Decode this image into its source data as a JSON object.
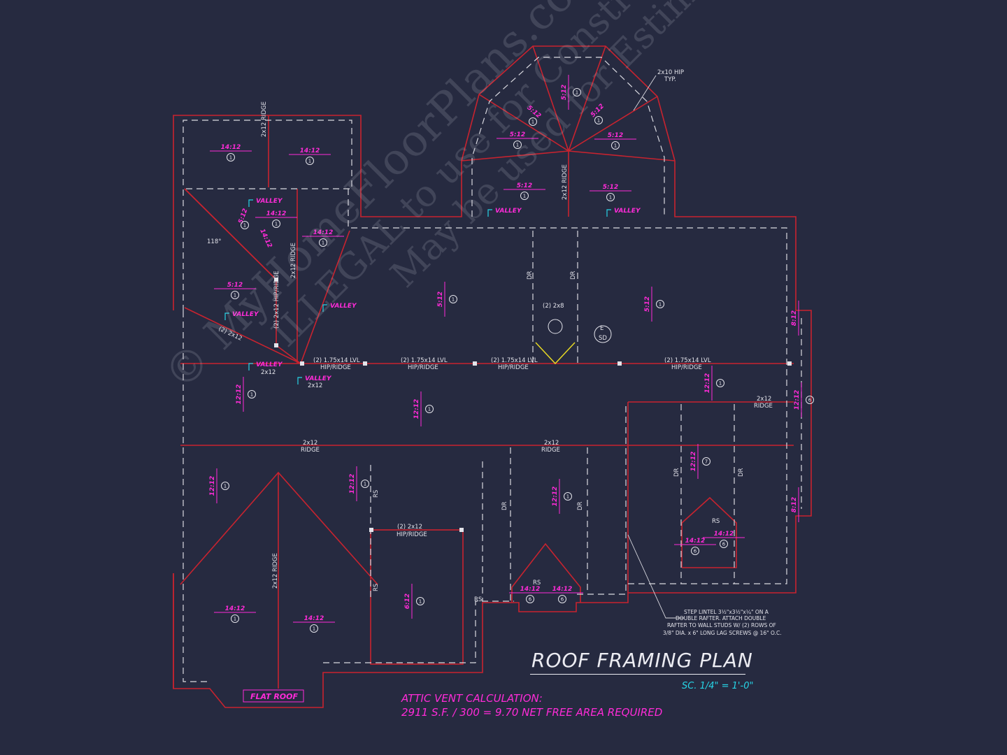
{
  "title": "ROOF FRAMING PLAN",
  "scale": "SC. 1/4\" = 1'-0\"",
  "attic": {
    "heading": "ATTIC VENT CALCULATION:",
    "formula": "2911 S.F. / 300 = 9.70 NET FREE AREA REQUIRED"
  },
  "notes": {
    "hip_typ": [
      "2x10 HIP",
      "TYP."
    ],
    "step_lintel": [
      "STEP LINTEL 3½\"x3½\"x¼\" ON A",
      "DOUBLE RAFTER.  ATTACH DOUBLE",
      "RAFTER TO WALL STUDS W/ (2) ROWS OF",
      "3/8\" DIA. x 6\" LONG LAG SCREWS @ 16\" O.C."
    ],
    "flat_roof": "FLAT ROOF"
  },
  "labels": {
    "lvl": "(2) 1.75x14 LVL",
    "hip_ridge": "HIP/RIDGE",
    "ridge_2x12": "2x12",
    "ridge": "RIDGE",
    "double_2x8": "(2) 2x8",
    "dr": "DR",
    "rs": "RS",
    "valley": "VALLEY",
    "two_2x12": "(2) 2x12",
    "hip_ridge_2x12": "(2) 2x12",
    "angle": "118°",
    "e": "E",
    "sd": "SD"
  },
  "pitches": [
    "14:12",
    "12:12",
    "5:12",
    "8:12",
    "6:12"
  ],
  "watermark": [
    "© MyHomeFloorPlans.com",
    "ILLEGAL to use for Construction",
    "May be used for Estimations"
  ]
}
